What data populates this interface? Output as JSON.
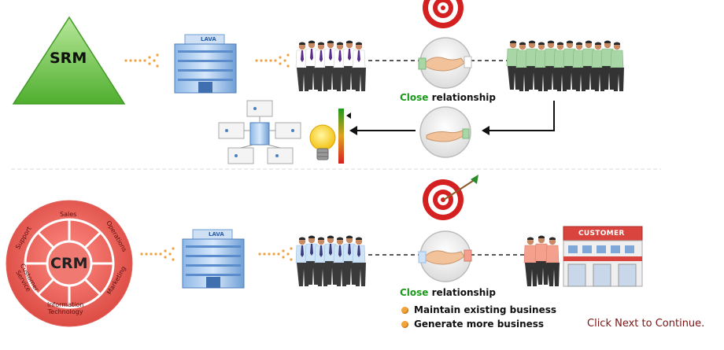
{
  "top": {
    "triangle_label": "SRM",
    "building_sign": "LAVA",
    "relationship_prefix": "Close",
    "relationship_suffix": "relationship"
  },
  "bottom": {
    "wheel_center": "CRM",
    "wheel_segments": {
      "sales": "Sales",
      "operations": "Operations",
      "marketing": "Marketing",
      "it_line1": "Information",
      "it_line2": "Technology",
      "cs_line1": "Customer",
      "cs_line2": "Service",
      "support": "Support"
    },
    "building_sign": "LAVA",
    "customer_sign": "CUSTOMER",
    "relationship_prefix": "Close",
    "relationship_suffix": "relationship",
    "bullets": [
      "Maintain existing business",
      "Generate more business"
    ]
  },
  "footer": {
    "next_text": "Click Next to Continue."
  },
  "colors": {
    "triangle_green": "#6cc24a",
    "crm_red": "#e8665f",
    "accent_green": "#1a9a1a",
    "next_text": "#7a1414",
    "arrow_orange": "#f0a040"
  }
}
